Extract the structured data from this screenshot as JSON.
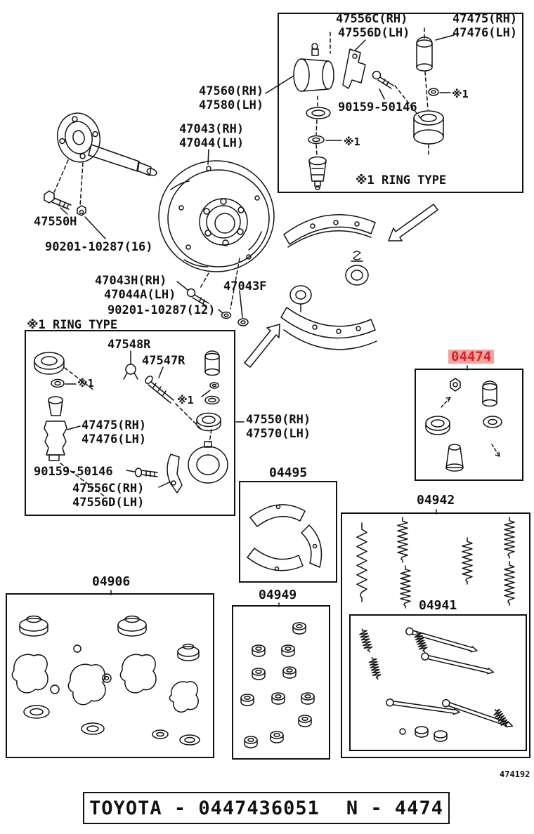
{
  "page": {
    "watermark": "474192",
    "footer_left": "TOYOTA - 0447436051",
    "footer_right": "N - 4474"
  },
  "colors": {
    "highlight_bg": "#f5a39d",
    "highlight_text": "#d2232a",
    "line_color": "#111111"
  },
  "labels": {
    "top_box": {
      "p47556c": "47556C(RH)",
      "p47556d": "47556D(LH)",
      "p47475": "47475(RH)",
      "p47476": "47476(LH)",
      "p47560": "47560(RH)",
      "p47580": "47580(LH)",
      "p90159": "90159-50146",
      "ref1": "※1",
      "ref2": "※1",
      "note": "※1 RING TYPE"
    },
    "main": {
      "p47043": "47043(RH)",
      "p47044": "47044(LH)",
      "p47550h": "47550H",
      "p90201_16": "90201-10287(16)",
      "p47043h": "47043H(RH)",
      "p47044a": "47044A(LH)",
      "p47043f": "47043F",
      "p90201_12": "90201-10287(12)",
      "ring_note": "※1 RING TYPE"
    },
    "left_box": {
      "p47548r": "47548R",
      "p47547r": "47547R",
      "ref1": "※1",
      "ref2": "※1",
      "p47475": "47475(RH)",
      "p47476": "47476(LH)",
      "p90159": "90159-50146",
      "p47556c": "47556C(RH)",
      "p47556d": "47556D(LH)",
      "p47550": "47550(RH)",
      "p47570": "47570(LH)"
    },
    "kits": {
      "k04474": "04474",
      "k04495": "04495",
      "k04942": "04942",
      "k04941": "04941",
      "k04906": "04906",
      "k04949": "04949"
    }
  }
}
